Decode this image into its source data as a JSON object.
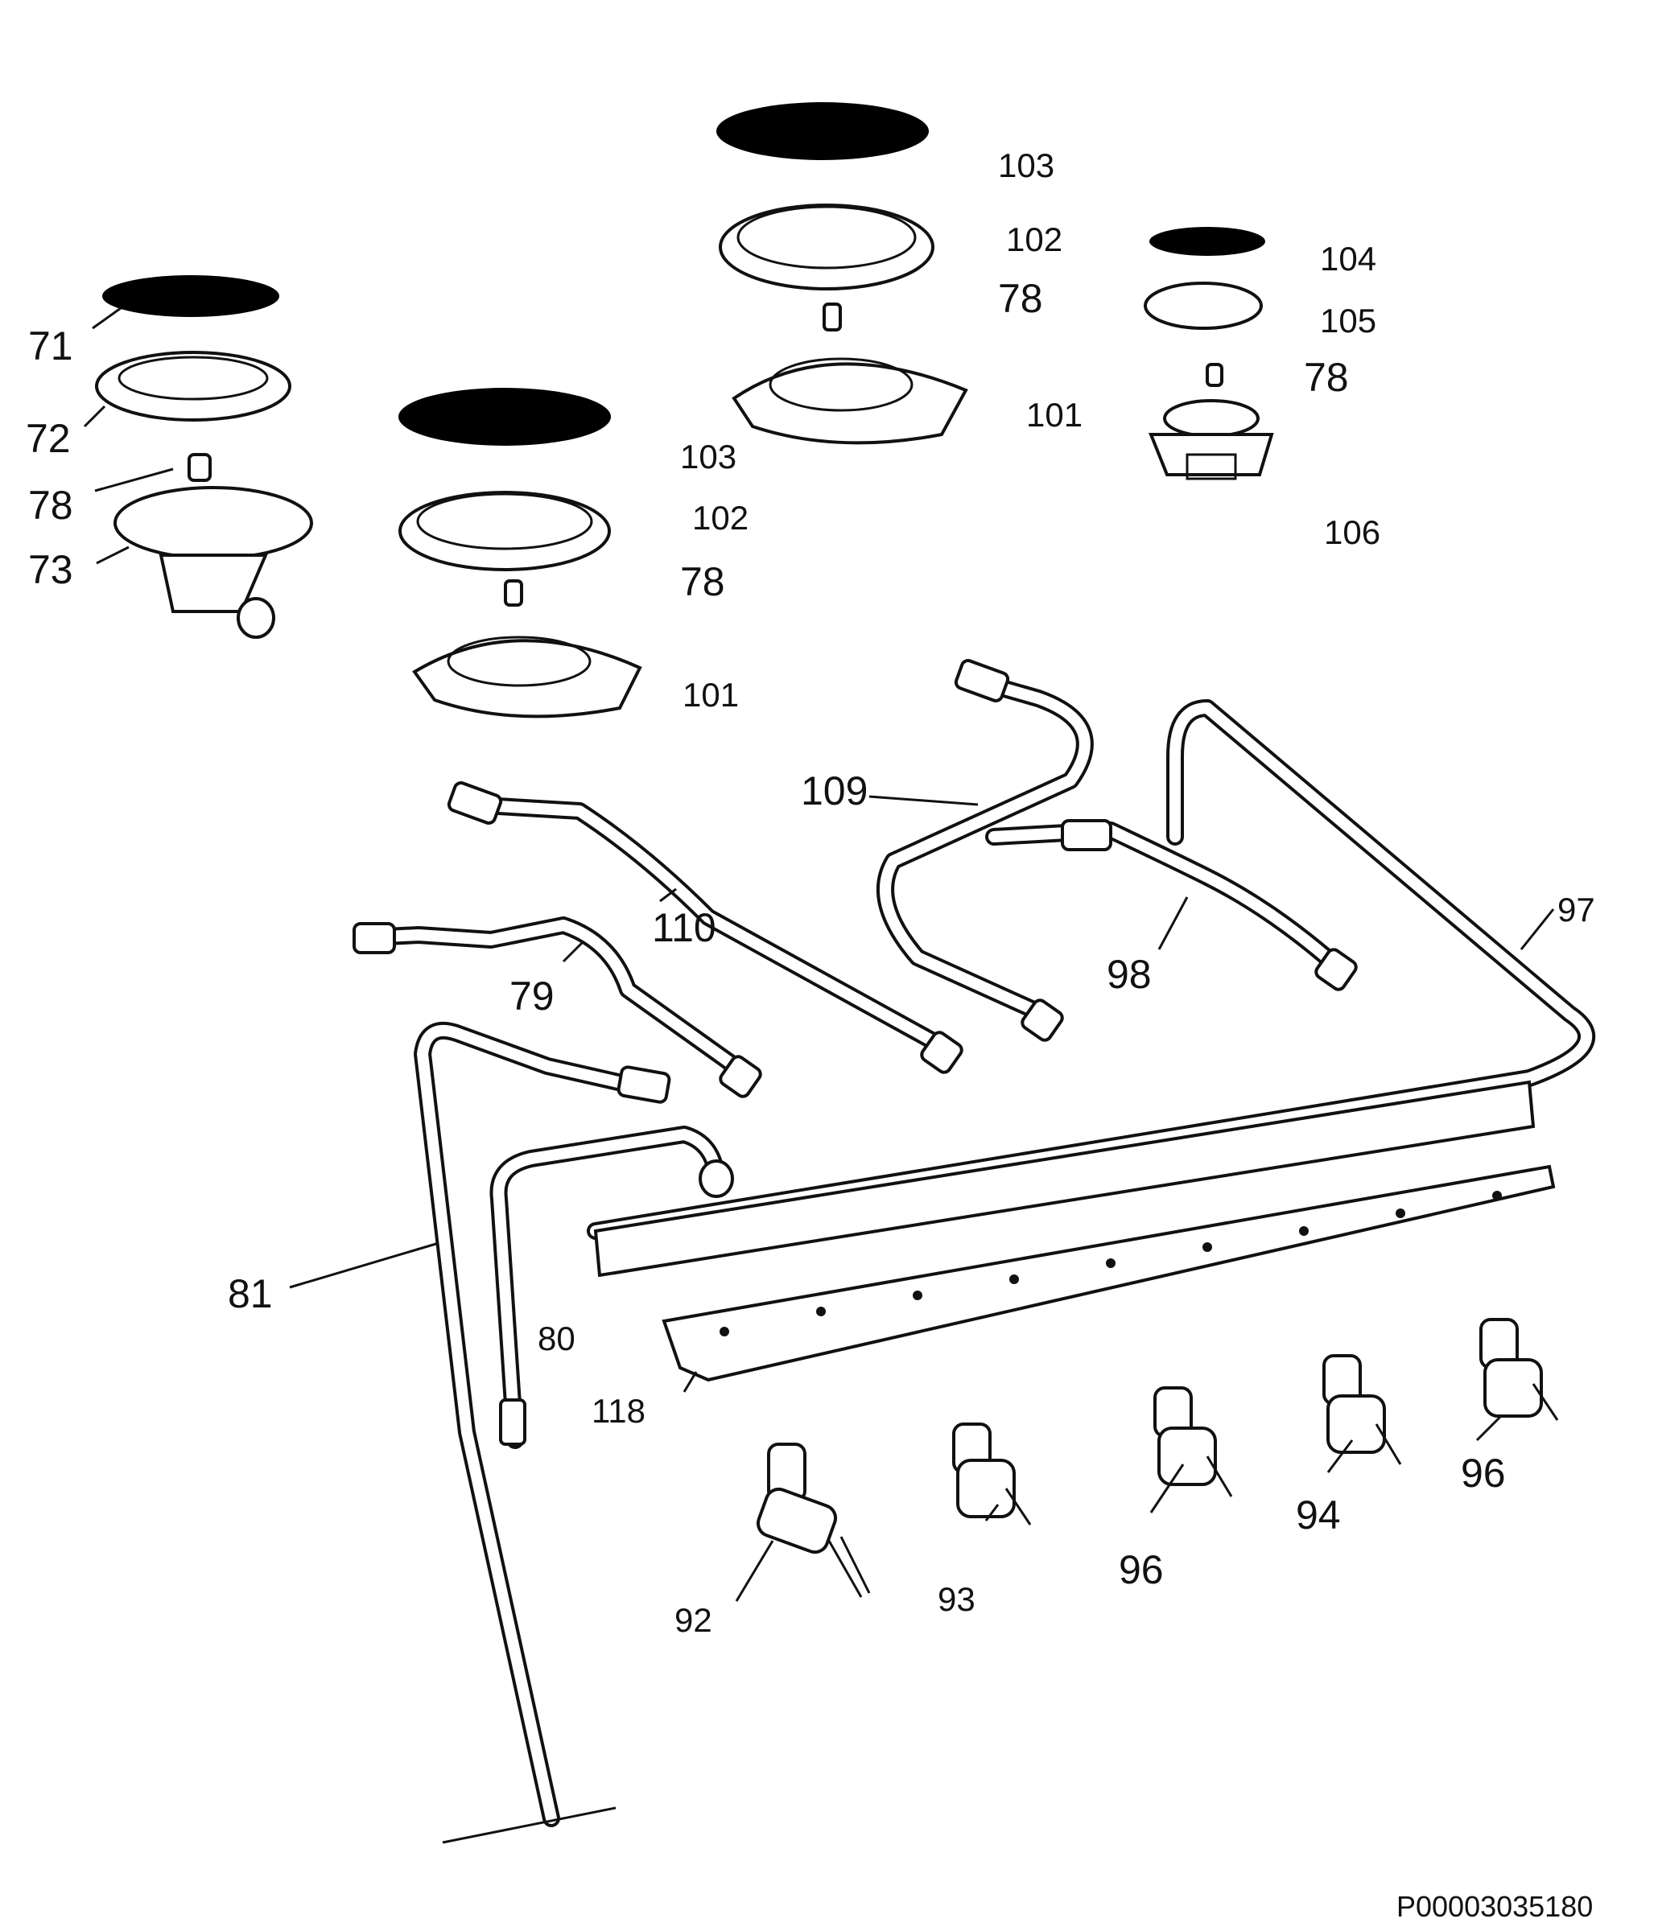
{
  "labels": {
    "l71": "71",
    "l72": "72",
    "l78a": "78",
    "l73": "73",
    "l103a": "103",
    "l102a": "102",
    "l78b": "78",
    "l101a": "101",
    "l103b": "103",
    "l102b": "102",
    "l78c": "78",
    "l101b": "101",
    "l104": "104",
    "l105": "105",
    "l78d": "78",
    "l106": "106",
    "l109": "109",
    "l110": "110",
    "l79": "79",
    "l98": "98",
    "l97": "97",
    "l81": "81",
    "l80": "80",
    "l118": "118",
    "l92": "92",
    "l93": "93",
    "l96a": "96",
    "l94": "94",
    "l96b": "96"
  },
  "reference_code": "P00003035180"
}
